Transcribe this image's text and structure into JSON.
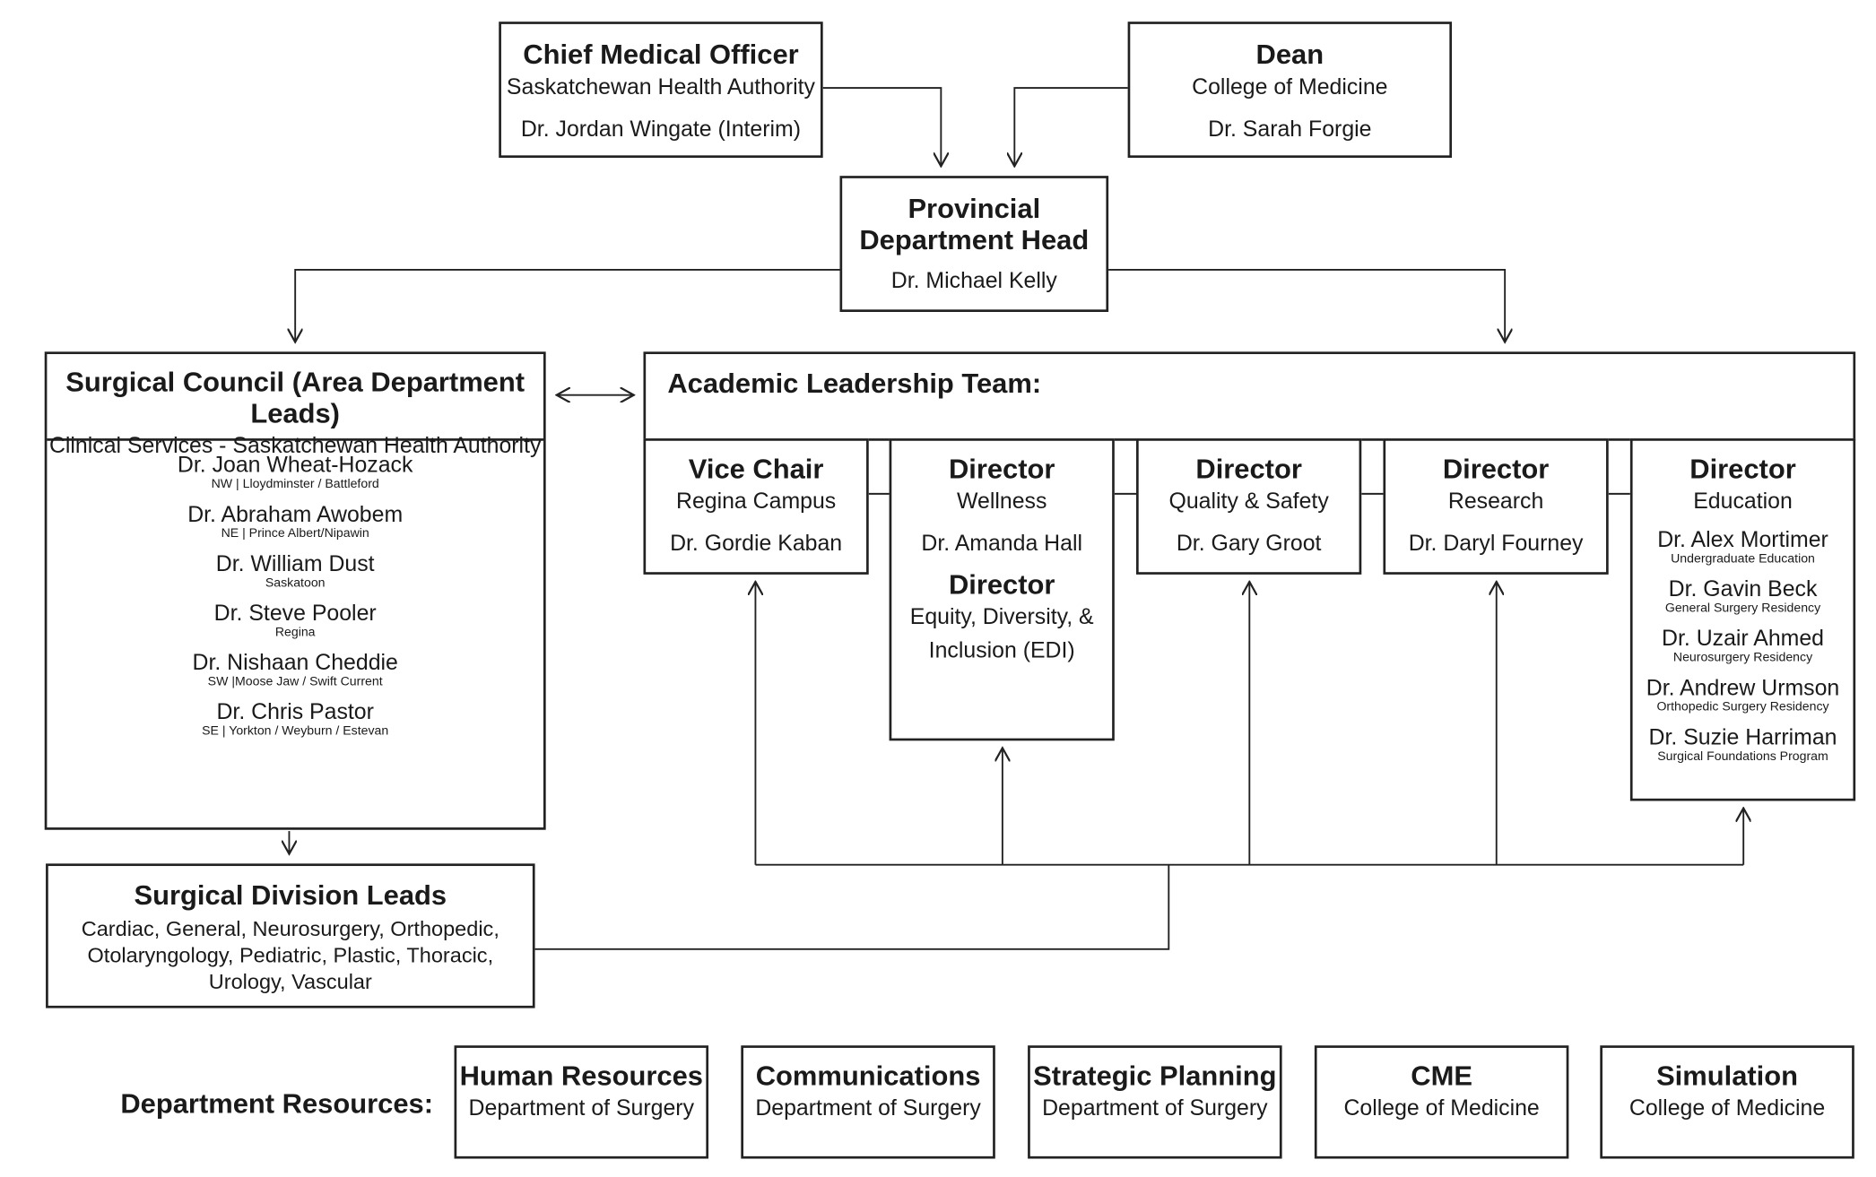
{
  "cmo": {
    "title": "Chief Medical Officer",
    "org": "Saskatchewan Health Authority",
    "name": "Dr. Jordan Wingate (Interim)"
  },
  "dean": {
    "title": "Dean",
    "org": "College of Medicine",
    "name": "Dr. Sarah Forgie"
  },
  "head": {
    "title_line1": "Provincial",
    "title_line2": "Department Head",
    "name": "Dr. Michael Kelly"
  },
  "council": {
    "title": "Surgical Council (Area Department Leads)",
    "subtitle": "Clinical Services - Saskatchewan Health Authority",
    "members": [
      {
        "name": "Dr. Joan Wheat-Hozack",
        "area": "NW | Lloydminster / Battleford"
      },
      {
        "name": "Dr. Abraham Awobem",
        "area": "NE | Prince Albert/Nipawin"
      },
      {
        "name": "Dr. William Dust",
        "area": "Saskatoon"
      },
      {
        "name": "Dr. Steve Pooler",
        "area": "Regina"
      },
      {
        "name": "Dr. Nishaan Cheddie",
        "area": "SW |Moose Jaw / Swift Current"
      },
      {
        "name": "Dr. Chris Pastor",
        "area": "SE | Yorkton / Weyburn / Estevan"
      }
    ]
  },
  "division": {
    "title": "Surgical Division Leads",
    "line1": "Cardiac, General, Neurosurgery, Orthopedic,",
    "line2": "Otolaryngology, Pediatric, Plastic, Thoracic,",
    "line3": "Urology, Vascular"
  },
  "academic": {
    "title": "Academic Leadership Team:"
  },
  "vice_chair": {
    "title": "Vice Chair",
    "sub": "Regina Campus",
    "name": "Dr. Gordie Kaban"
  },
  "wellness": {
    "title": "Director",
    "sub": "Wellness",
    "name": "Dr. Amanda Hall",
    "title2": "Director",
    "sub2_line1": "Equity, Diversity, &",
    "sub2_line2": "Inclusion (EDI)"
  },
  "quality": {
    "title": "Director",
    "sub": "Quality & Safety",
    "name": "Dr. Gary Groot"
  },
  "research": {
    "title": "Director",
    "sub": "Research",
    "name": "Dr. Daryl Fourney"
  },
  "education": {
    "title": "Director",
    "sub": "Education",
    "members": [
      {
        "name": "Dr. Alex Mortimer",
        "role": "Undergraduate Education"
      },
      {
        "name": "Dr. Gavin Beck",
        "role": "General Surgery Residency"
      },
      {
        "name": "Dr. Uzair Ahmed",
        "role": "Neurosurgery Residency"
      },
      {
        "name": "Dr. Andrew Urmson",
        "role": "Orthopedic Surgery Residency"
      },
      {
        "name": "Dr. Suzie Harriman",
        "role": "Surgical Foundations Program"
      }
    ]
  },
  "resources": {
    "label": "Department Resources:",
    "items": [
      {
        "title": "Human Resources",
        "sub": "Department of Surgery"
      },
      {
        "title": "Communications",
        "sub": "Department of Surgery"
      },
      {
        "title": "Strategic Planning",
        "sub": "Department of Surgery"
      },
      {
        "title": "CME",
        "sub": "College of Medicine"
      },
      {
        "title": "Simulation",
        "sub": "College of Medicine"
      }
    ]
  }
}
